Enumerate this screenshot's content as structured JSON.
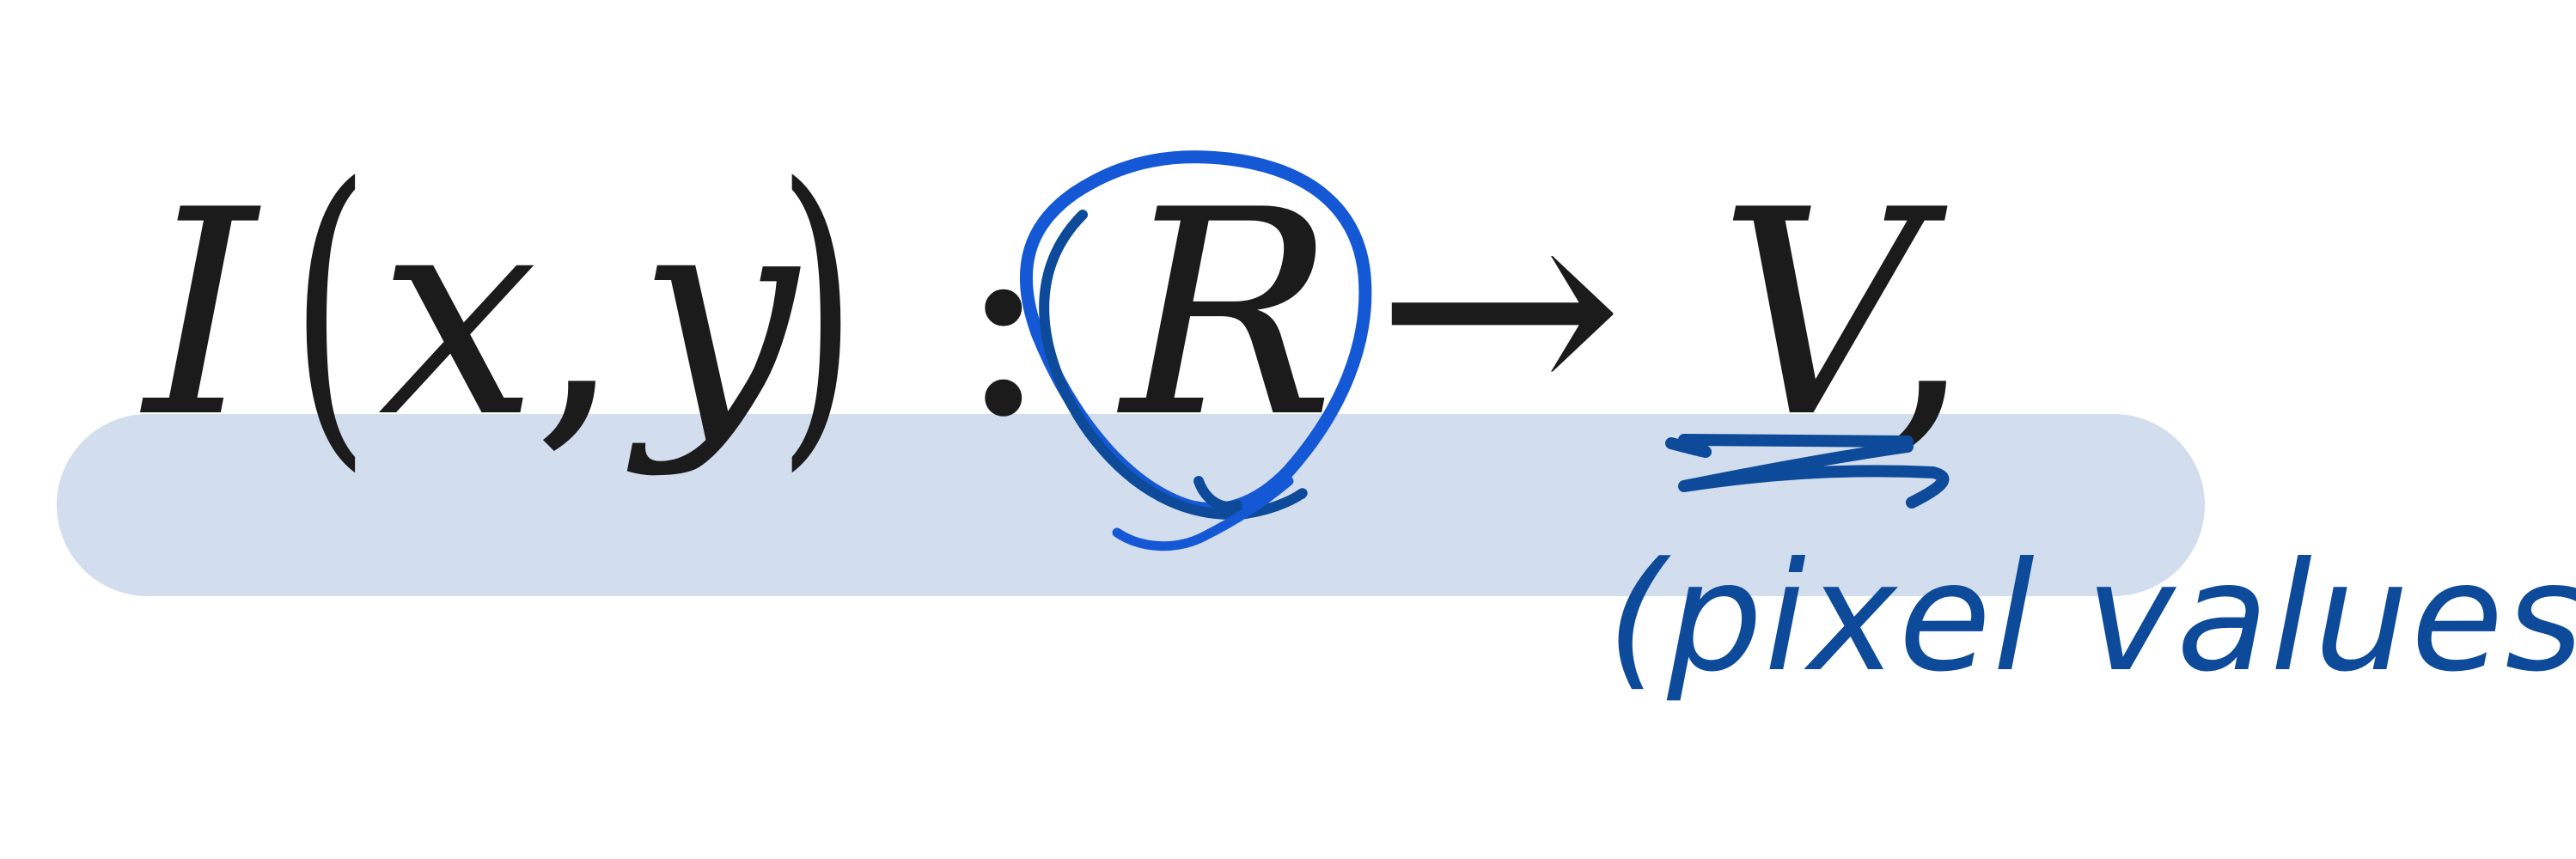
{
  "colors": {
    "ink": "#1b1b1b",
    "highlight": "#d2dded",
    "circle_stroke": "#1558d6",
    "annotation_stroke": "#0d4b9a"
  },
  "formula": {
    "I": "I",
    "open_paren": "(",
    "x": "x",
    "comma_1": ",",
    "y": "y",
    "close_paren": ")",
    "colon": ":",
    "domain_symbol": "R",
    "arrow": "→",
    "codomain_symbol": "V",
    "comma_2": ","
  },
  "annotation": {
    "text": "(pixel values)"
  },
  "icons": {
    "circle": "hand-drawn-circle-icon",
    "arrow": "hand-drawn-arrow-icon"
  }
}
